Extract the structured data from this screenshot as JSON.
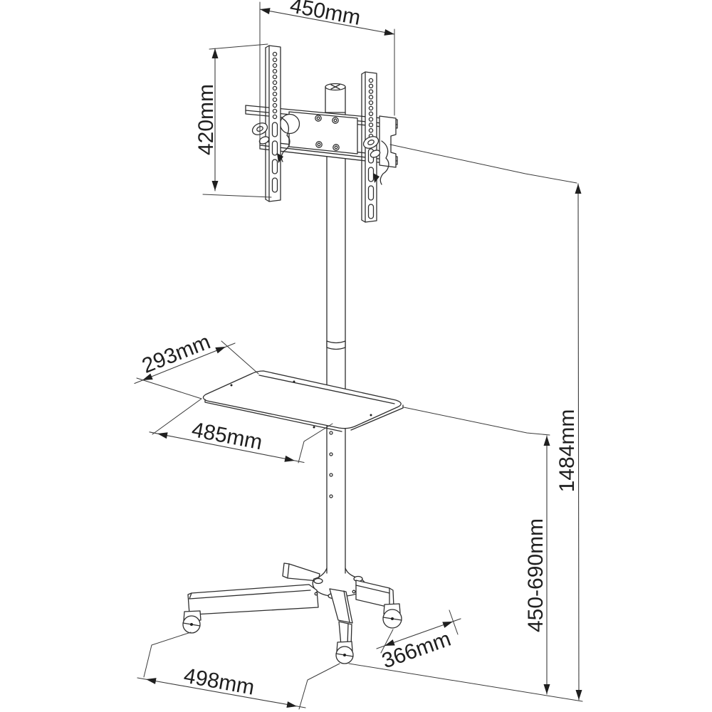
{
  "page": {
    "background": "#ffffff",
    "line_color": "#2e2e2e"
  },
  "drawing": {
    "dimensions": {
      "mount_width": "450mm",
      "mount_height": "420mm",
      "shelf_depth": "293mm",
      "shelf_width": "485mm",
      "total_height": "1484mm",
      "shelf_height_range": "450-690mm",
      "base_depth": "366mm",
      "base_width": "498mm"
    }
  }
}
